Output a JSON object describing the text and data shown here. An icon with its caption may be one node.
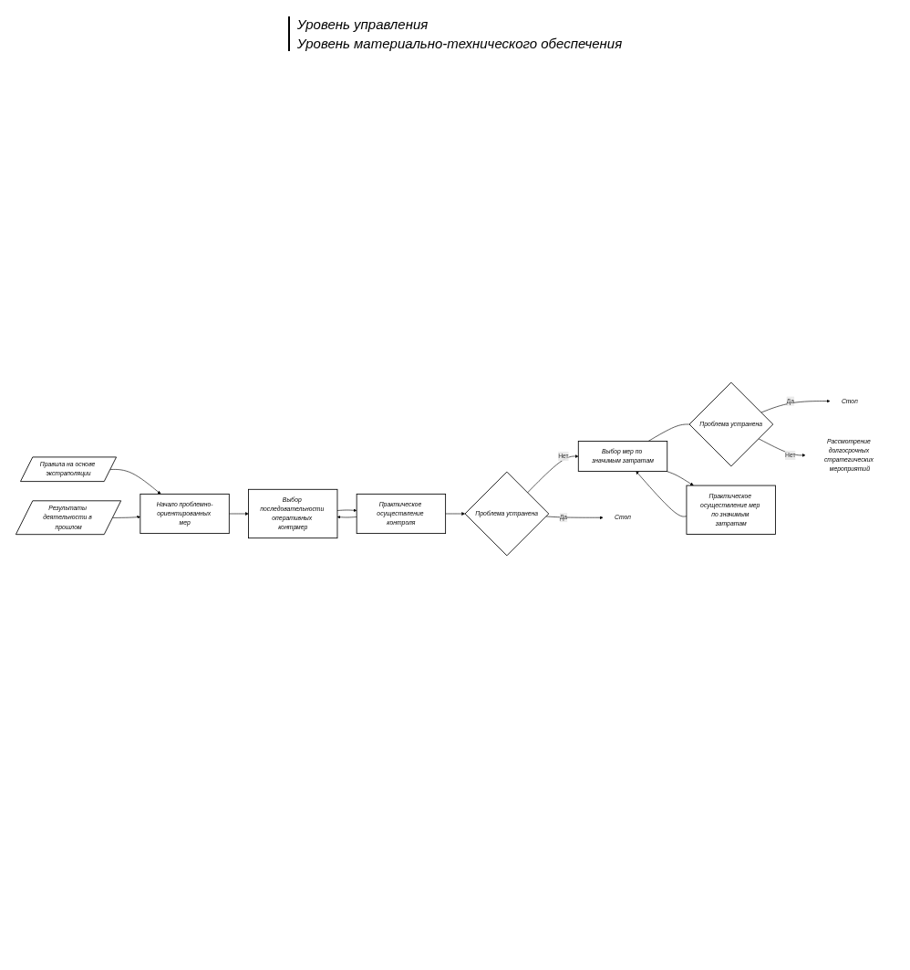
{
  "diagram": {
    "nodes": [
      {
        "text": [
          "Стоп"
        ]
      },
      {
        "text": [
          "Рассмотрение долгосрочных стратегических мероприятий"
        ]
      },
      {
        "text": [
          "Проблема устранена"
        ]
      },
      {
        "text": [
          "Правила на основе экстраполяции"
        ]
      },
      {
        "text": [
          "Начало проблемно-ориентированных мер"
        ]
      },
      {
        "text": [
          "Выбор последовательности оперативных контрмер"
        ]
      },
      {
        "text": [
          "Проблема устранена"
        ]
      },
      {
        "text": [
          "Выбор мер по значимым затратам"
        ]
      },
      {
        "text": [
          "Стоп"
        ]
      },
      {
        "text": [
          "Результаты деятельности в прошлом"
        ]
      },
      {
        "text": [
          "Практическое осуществление контроля"
        ]
      },
      {
        "text": [
          "Практическое осуществление мер по значимым затратам"
        ]
      }
    ],
    "edges": [
      {
        "from": 3,
        "to": 4,
        "arrow": "to"
      },
      {
        "from": 9,
        "to": 4,
        "arrow": "to"
      },
      {
        "from": 4,
        "to": 5,
        "arrow": "to"
      },
      {
        "from": 5,
        "to": 10,
        "arrow": "to"
      },
      {
        "from": 10,
        "to": 5,
        "arrow": "to"
      },
      {
        "from": 10,
        "to": 6,
        "arrow": "to"
      },
      {
        "from": 6,
        "to": 7,
        "label": "Нет",
        "arrow": "to"
      },
      {
        "from": 6,
        "to": 8,
        "label": "Да",
        "arrow": "to"
      },
      {
        "from": 7,
        "to": 2,
        "arrow": "none"
      },
      {
        "from": 2,
        "to": 0,
        "label": "Да",
        "arrow": "to"
      },
      {
        "from": 2,
        "to": 1,
        "label": "Нет",
        "arrow": "to"
      },
      {
        "from": 7,
        "to": 11,
        "arrow": "to"
      },
      {
        "from": 11,
        "to": 7,
        "arrow": "to"
      }
    ],
    "labels": [
      "Уровень управления",
      "Уровень материально-технического обеспечения"
    ]
  }
}
